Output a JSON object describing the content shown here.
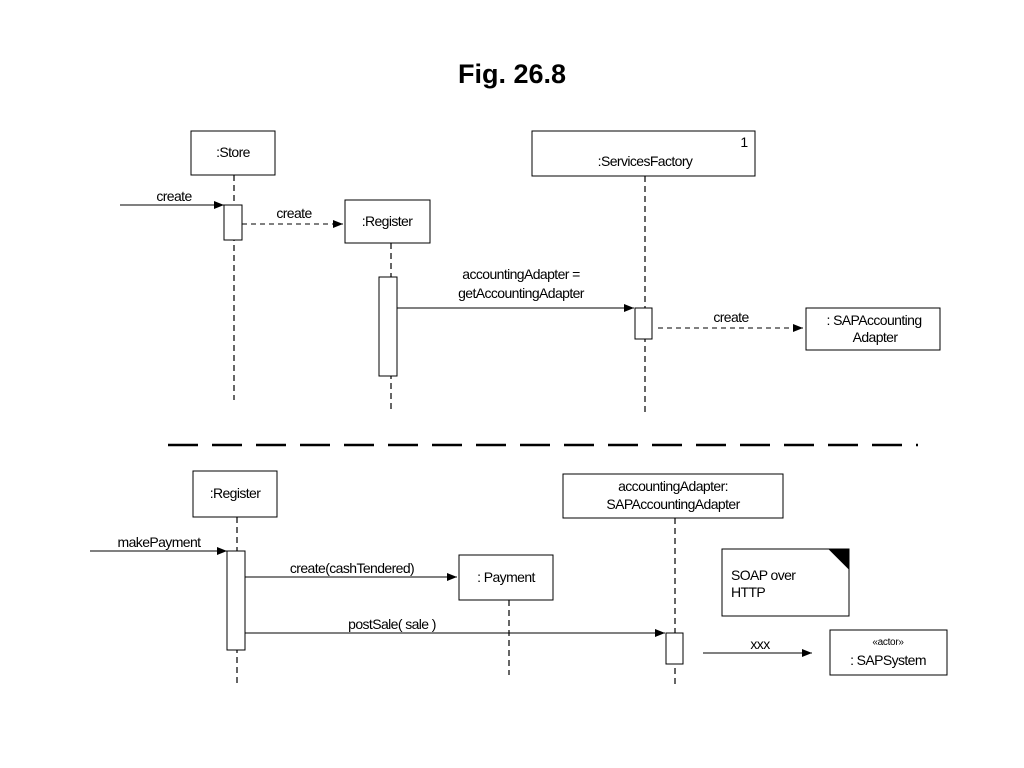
{
  "figure": {
    "title": "Fig. 26.8"
  },
  "top": {
    "store": {
      "label": ":Store"
    },
    "register": {
      "label": ":Register"
    },
    "services_factory": {
      "label": ":ServicesFactory",
      "multiplicity": "1"
    },
    "sap_adapter": {
      "line1": ": SAPAccounting",
      "line2": "Adapter"
    },
    "messages": {
      "create_store": "create",
      "create_register": "create",
      "get_adapter_line1": "accountingAdapter =",
      "get_adapter_line2": "getAccountingAdapter",
      "create_adapter": "create"
    }
  },
  "bottom": {
    "register": {
      "label": ":Register"
    },
    "payment": {
      "label": ": Payment"
    },
    "adapter": {
      "line1": "accountingAdapter:",
      "line2": "SAPAccountingAdapter"
    },
    "note": {
      "line1": "SOAP over",
      "line2": "HTTP"
    },
    "sap_system": {
      "stereotype": "«actor»",
      "label": ": SAPSystem"
    },
    "messages": {
      "make_payment": "makePayment",
      "create_payment": "create(cashTendered)",
      "post_sale": "postSale( sale )",
      "xxx": "xxx"
    }
  }
}
